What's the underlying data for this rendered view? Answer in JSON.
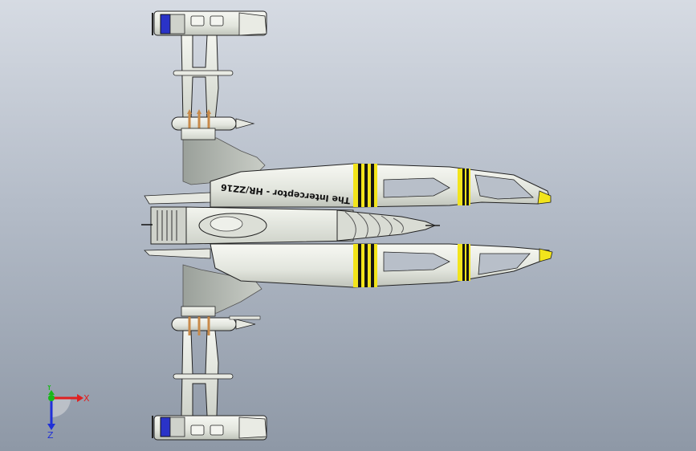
{
  "viewport": {
    "background_top": "#d6dbe3",
    "background_bottom": "#8e98a6"
  },
  "model": {
    "hull_label": "The Interceptor - HR/ZZ16",
    "colors": {
      "hull": "#e6e9e2",
      "hull_shadow": "#b9bdb5",
      "outline": "#1b1b1b",
      "stripe_yellow": "#f2e41c",
      "stripe_black": "#151515",
      "cockpit_blue": "#2a33c8",
      "ring_copper": "#c88a4a"
    }
  },
  "triad": {
    "x_label": "X",
    "y_label": "Y",
    "z_label": "Z",
    "x_color": "#e02020",
    "y_color": "#18b818",
    "z_color": "#2030d8"
  }
}
